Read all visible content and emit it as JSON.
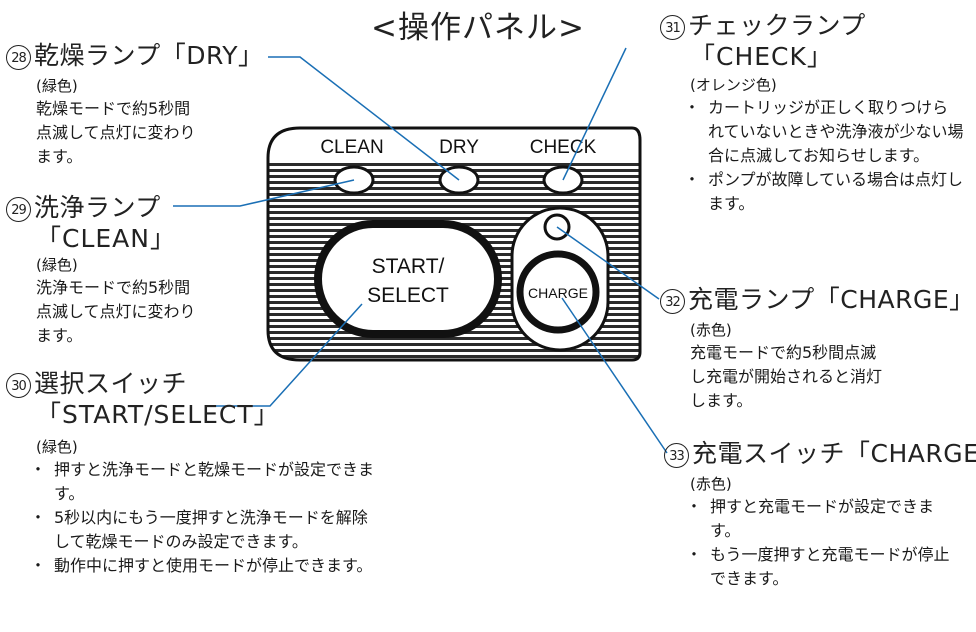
{
  "title": "<操作パネル>",
  "panel": {
    "labels": [
      "CLEAN",
      "DRY",
      "CHECK"
    ],
    "start_button": [
      "START/",
      "SELECT"
    ],
    "charge_button": "CHARGE"
  },
  "callouts": {
    "c28": {
      "num": "28",
      "head": "乾燥ランプ「DRY」",
      "color": "(緑色)",
      "lines": [
        "乾燥モードで約5秒間",
        "点滅して点灯に変わり",
        "ます。"
      ]
    },
    "c29": {
      "num": "29",
      "head": "洗浄ランプ",
      "sub": "「CLEAN」",
      "color": "(緑色)",
      "lines": [
        "洗浄モードで約5秒間",
        "点滅して点灯に変わり",
        "ます。"
      ]
    },
    "c30": {
      "num": "30",
      "head": "選択スイッチ",
      "sub": "「START/SELECT」",
      "color": "(緑色)",
      "bullets": [
        "押すと洗浄モードと乾燥モードが設定できます。",
        "5秒以内にもう一度押すと洗浄モードを解除して乾燥モードのみ設定できます。",
        "動作中に押すと使用モードが停止できます。"
      ]
    },
    "c31": {
      "num": "31",
      "head": "チェックランプ",
      "sub": "「CHECK」",
      "color": "(オレンジ色)",
      "bullets": [
        "カートリッジが正しく取りつけられていないときや洗浄液が少ない場合に点滅してお知らせします。",
        "ポンプが故障している場合は点灯します。"
      ]
    },
    "c32": {
      "num": "32",
      "head": "充電ランプ「CHARGE」",
      "color": "(赤色)",
      "lines": [
        "充電モードで約5秒間点滅",
        "し充電が開始されると消灯",
        "します。"
      ]
    },
    "c33": {
      "num": "33",
      "head": "充電スイッチ「CHARGE」",
      "color": "(赤色)",
      "bullets": [
        "押すと充電モードが設定できます。",
        "もう一度押すと充電モードが停止できます。"
      ]
    }
  },
  "colors": {
    "leader": "#1a6fb5",
    "ink": "#1a1a1a"
  }
}
